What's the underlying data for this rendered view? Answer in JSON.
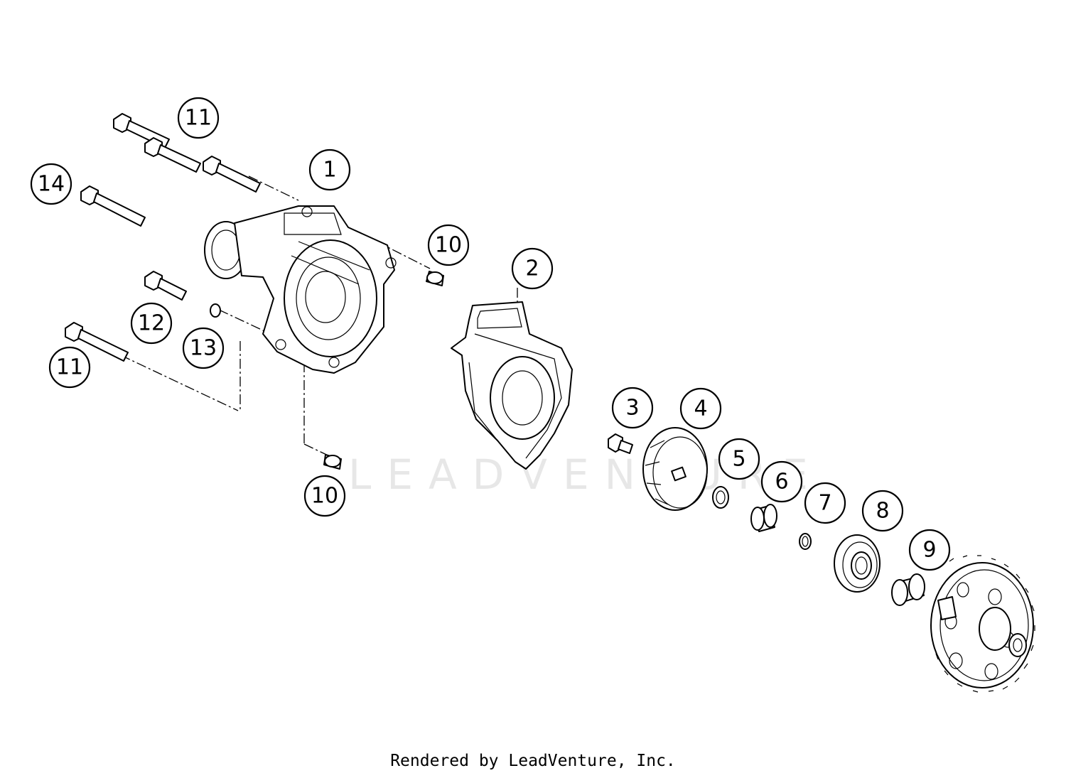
{
  "watermark": "LEADVENTURE",
  "footer": "Rendered by LeadVenture, Inc.",
  "callouts": [
    {
      "id": "c11a",
      "label": "11"
    },
    {
      "id": "c1",
      "label": "1"
    },
    {
      "id": "c14",
      "label": "14"
    },
    {
      "id": "c10a",
      "label": "10"
    },
    {
      "id": "c2",
      "label": "2"
    },
    {
      "id": "c12",
      "label": "12"
    },
    {
      "id": "c13",
      "label": "13"
    },
    {
      "id": "c11b",
      "label": "11"
    },
    {
      "id": "c3",
      "label": "3"
    },
    {
      "id": "c4",
      "label": "4"
    },
    {
      "id": "c5",
      "label": "5"
    },
    {
      "id": "c6",
      "label": "6"
    },
    {
      "id": "c10b",
      "label": "10"
    },
    {
      "id": "c7",
      "label": "7"
    },
    {
      "id": "c8",
      "label": "8"
    },
    {
      "id": "c9",
      "label": "9"
    }
  ]
}
